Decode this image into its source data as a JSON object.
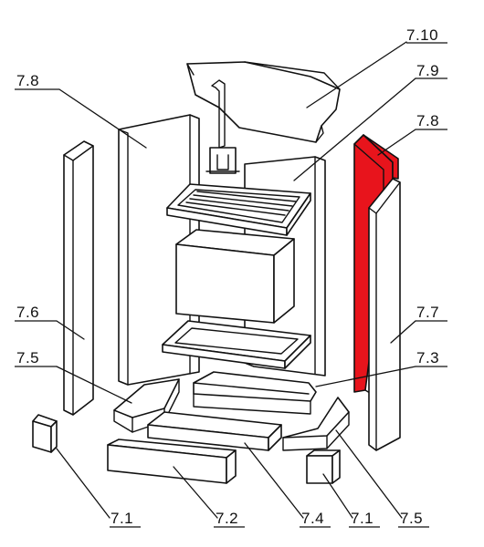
{
  "diagram": {
    "highlight_color": "#e8141c",
    "line_color": "#111111",
    "background_color": "#ffffff",
    "callouts": [
      {
        "id": "c-7-10",
        "label": "7.10"
      },
      {
        "id": "c-7-9",
        "label": "7.9"
      },
      {
        "id": "c-7-8-left",
        "label": "7.8"
      },
      {
        "id": "c-7-8-right",
        "label": "7.8",
        "highlighted": true
      },
      {
        "id": "c-7-7",
        "label": "7.7"
      },
      {
        "id": "c-7-6",
        "label": "7.6"
      },
      {
        "id": "c-7-5-left",
        "label": "7.5"
      },
      {
        "id": "c-7-3",
        "label": "7.3"
      },
      {
        "id": "c-7-1-left",
        "label": "7.1"
      },
      {
        "id": "c-7-2",
        "label": "7.2"
      },
      {
        "id": "c-7-4",
        "label": "7.4"
      },
      {
        "id": "c-7-1-right",
        "label": "7.1"
      },
      {
        "id": "c-7-5-right",
        "label": "7.5"
      }
    ]
  }
}
